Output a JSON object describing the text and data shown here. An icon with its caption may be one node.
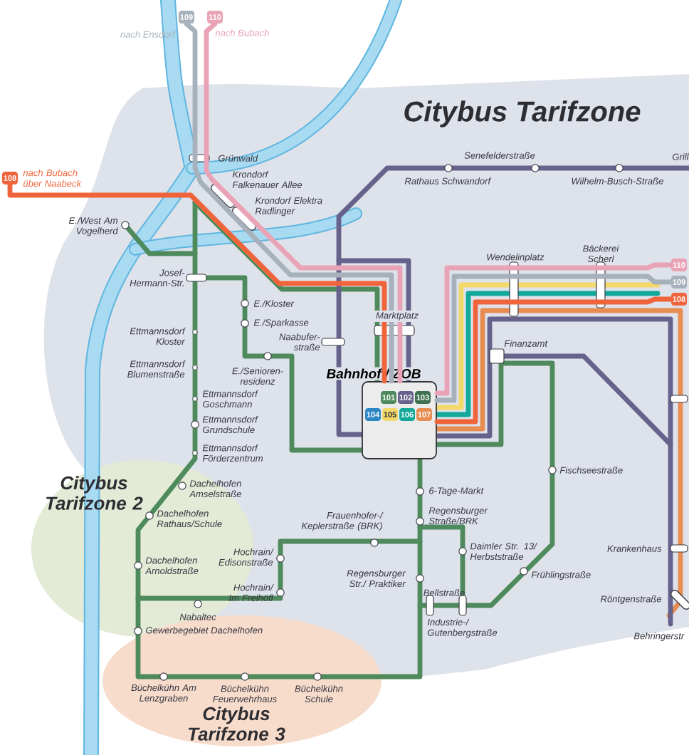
{
  "diagram": {
    "nodes": [
      {
        "text": [
          "Bahnhof / ZOB"
        ]
      },
      {
        "text": [
          "101"
        ],
        "in": 0
      },
      {
        "text": [
          "102"
        ],
        "in": 0
      },
      {
        "text": [
          "103"
        ],
        "in": 0
      },
      {
        "text": [
          "104"
        ],
        "in": 0
      },
      {
        "text": [
          "105"
        ],
        "in": 0
      },
      {
        "text": [
          "106"
        ],
        "in": 0
      },
      {
        "text": [
          "107"
        ],
        "in": 0
      },
      {
        "text": [
          "109"
        ],
        "beside": [
          "nach Ensdorf"
        ]
      },
      {
        "text": [
          "110"
        ],
        "beside": [
          "nach Bubach"
        ]
      },
      {
        "text": [
          "108"
        ],
        "beside": [
          "nach Bubach über Naabeck"
        ]
      },
      {
        "text": [
          "108"
        ]
      },
      {
        "text": [
          "109"
        ]
      },
      {
        "text": [
          "110"
        ]
      }
    ],
    "edges": [
      {
        "from": 8,
        "to": 0,
        "arrow": "none",
        "color": "#a7b1bb"
      },
      {
        "from": 9,
        "to": 0,
        "arrow": "none",
        "color": "#e9a3b6"
      },
      {
        "from": 10,
        "to": 0,
        "arrow": "none",
        "color": "#f0643c"
      },
      {
        "from": 0,
        "to": 11,
        "arrow": "none",
        "color": "#f0643c"
      },
      {
        "from": 0,
        "to": 12,
        "arrow": "none",
        "color": "#a7b1bb"
      },
      {
        "from": 0,
        "to": 13,
        "arrow": "none",
        "color": "#e9a3b6"
      }
    ],
    "labels": [
      "Citybus Tarifzone",
      "Grünwald",
      "Krondorf Falkenauer Allee",
      "Krondorf Elektra Radlinger",
      "Senefelderstraße",
      "Rathaus Schwandorf",
      "Wilhelm-Busch-Straße",
      "Grill",
      "E./West Am Vogelherd",
      "Josef- Hermann-Str.",
      "E./Kloster",
      "E./Sparkasse",
      "Naabufer- straße",
      "Marktplatz",
      "Wendelinplatz",
      "Bäckerei Scherl",
      "Finanzamt",
      "Ettmannsdorf Kloster",
      "Ettmannsdorf Blumenstraße",
      "E./Senioren- residenz",
      "Ettmannsdorf Goschmann",
      "Ettmannsdorf Grundschule",
      "Ettmannsdorf Förderzentrum",
      "Citybus Tarifzone 2",
      "Dachelhofen Amselstraße",
      "Dachelhofen Rathaus/Schule",
      "Frauenhofer-/ Keplerstraße (BRK)",
      "Hochrain/ Edisonstraße",
      "Dachelhofen Arnoldstraße",
      "Regensburger Str./ Praktiker",
      "Hochrain/ Im Freihöfl",
      "Nabaltec",
      "Gewerbegebiet Dachelhofen",
      "6-Tage-Markt",
      "Regensburger Straße/BRK",
      "Daimler Str. 13/ Herbststraße",
      "Bellstraße",
      "Industrie-/ Gutenbergstraße",
      "Fischseestraße",
      "Frühlingstraße",
      "Krankenhaus",
      "Röntgenstraße",
      "Behringerstr",
      "Büchelkühn Am Lenzgraben",
      "Büchelkühn Feuerwehrhaus",
      "Büchelkühn Schule",
      "Citybus Tarifzone 3"
    ]
  }
}
